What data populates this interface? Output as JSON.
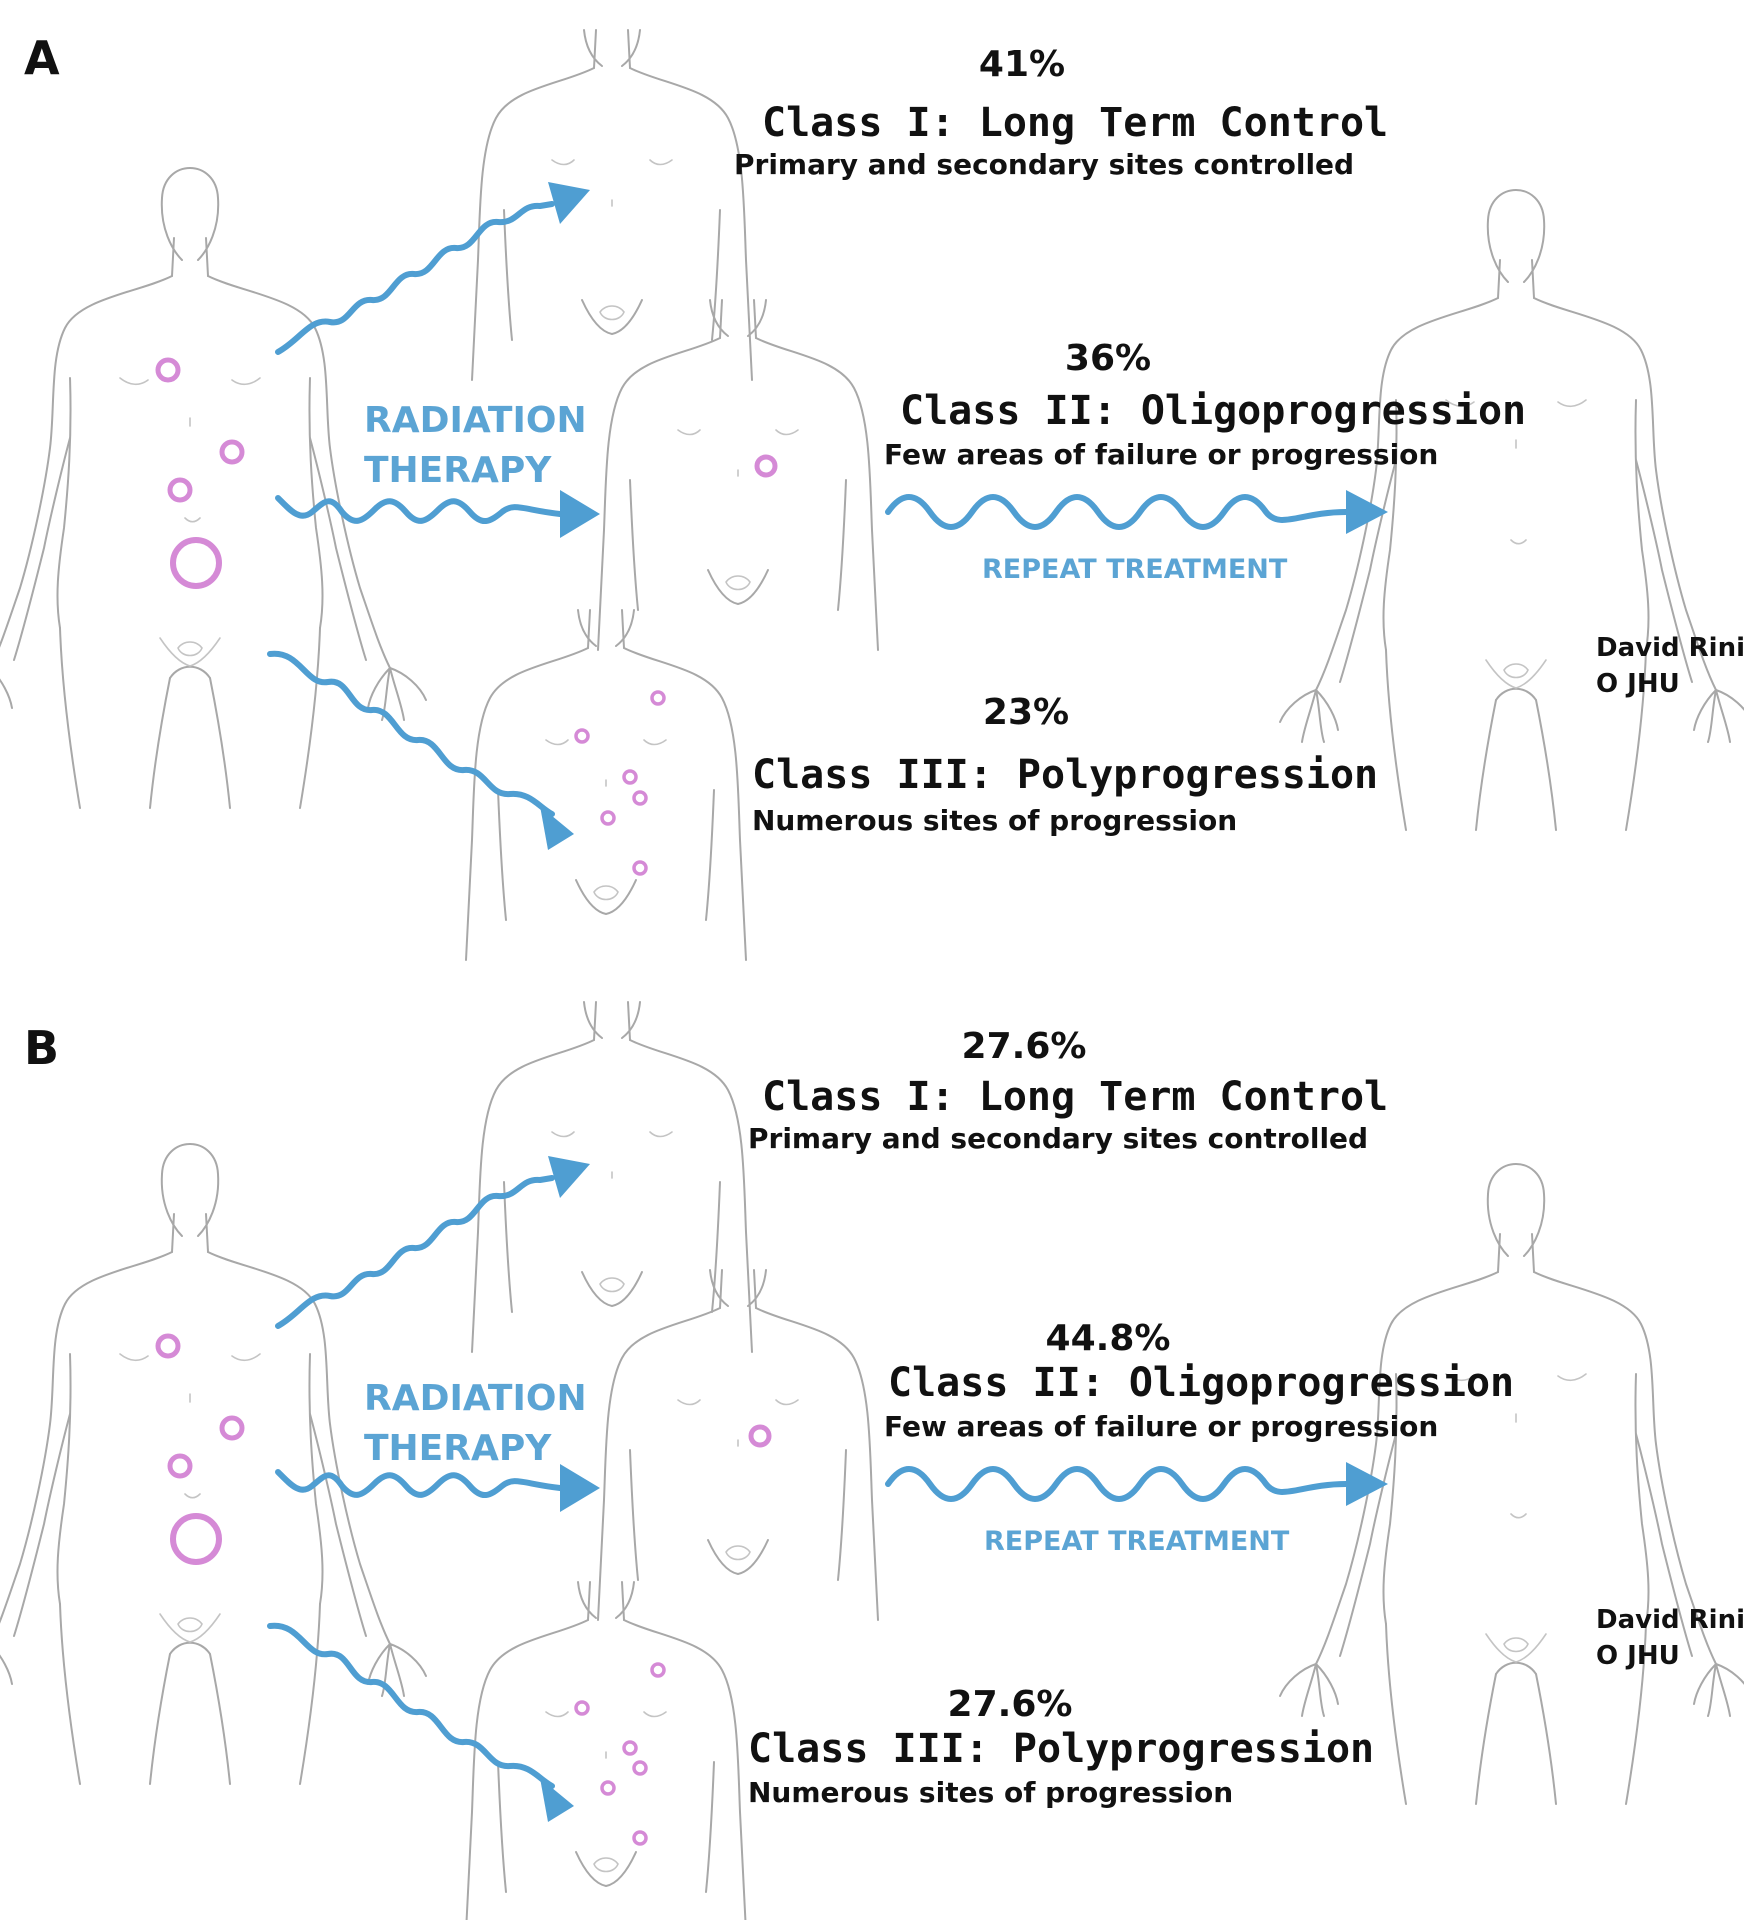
{
  "panels": [
    {
      "label": "A",
      "radiation_label_line1": "RADIATION",
      "radiation_label_line2": "THERAPY",
      "repeat_label": "REPEAT TREATMENT",
      "class1": {
        "pct": "41%",
        "title": "Class I: Long Term Control",
        "desc": "Primary and secondary sites controlled"
      },
      "class2": {
        "pct": "36%",
        "title": "Class II: Oligoprogression",
        "desc": "Few areas of failure or progression"
      },
      "class3": {
        "pct": "23%",
        "title": "Class III: Polyprogression",
        "desc": "Numerous sites of progression"
      },
      "credit_line1": "David Rini",
      "credit_line2": "O JHU"
    },
    {
      "label": "B",
      "radiation_label_line1": "RADIATION",
      "radiation_label_line2": "THERAPY",
      "repeat_label": "REPEAT TREATMENT",
      "class1": {
        "pct": "27.6%",
        "title": "Class I: Long Term Control",
        "desc": "Primary and secondary sites controlled"
      },
      "class2": {
        "pct": "44.8%",
        "title": "Class II: Oligoprogression",
        "desc": "Few areas of failure or progression"
      },
      "class3": {
        "pct": "27.6%",
        "title": "Class III: Polyprogression",
        "desc": "Numerous sites of progression"
      },
      "credit_line1": "David Rini",
      "credit_line2": "O JHU"
    }
  ],
  "colors": {
    "arrow": "#4f9ed2",
    "lesion": "#d58ad6",
    "outline": "#a8a8a8",
    "label_blue": "#5ba4d4"
  }
}
